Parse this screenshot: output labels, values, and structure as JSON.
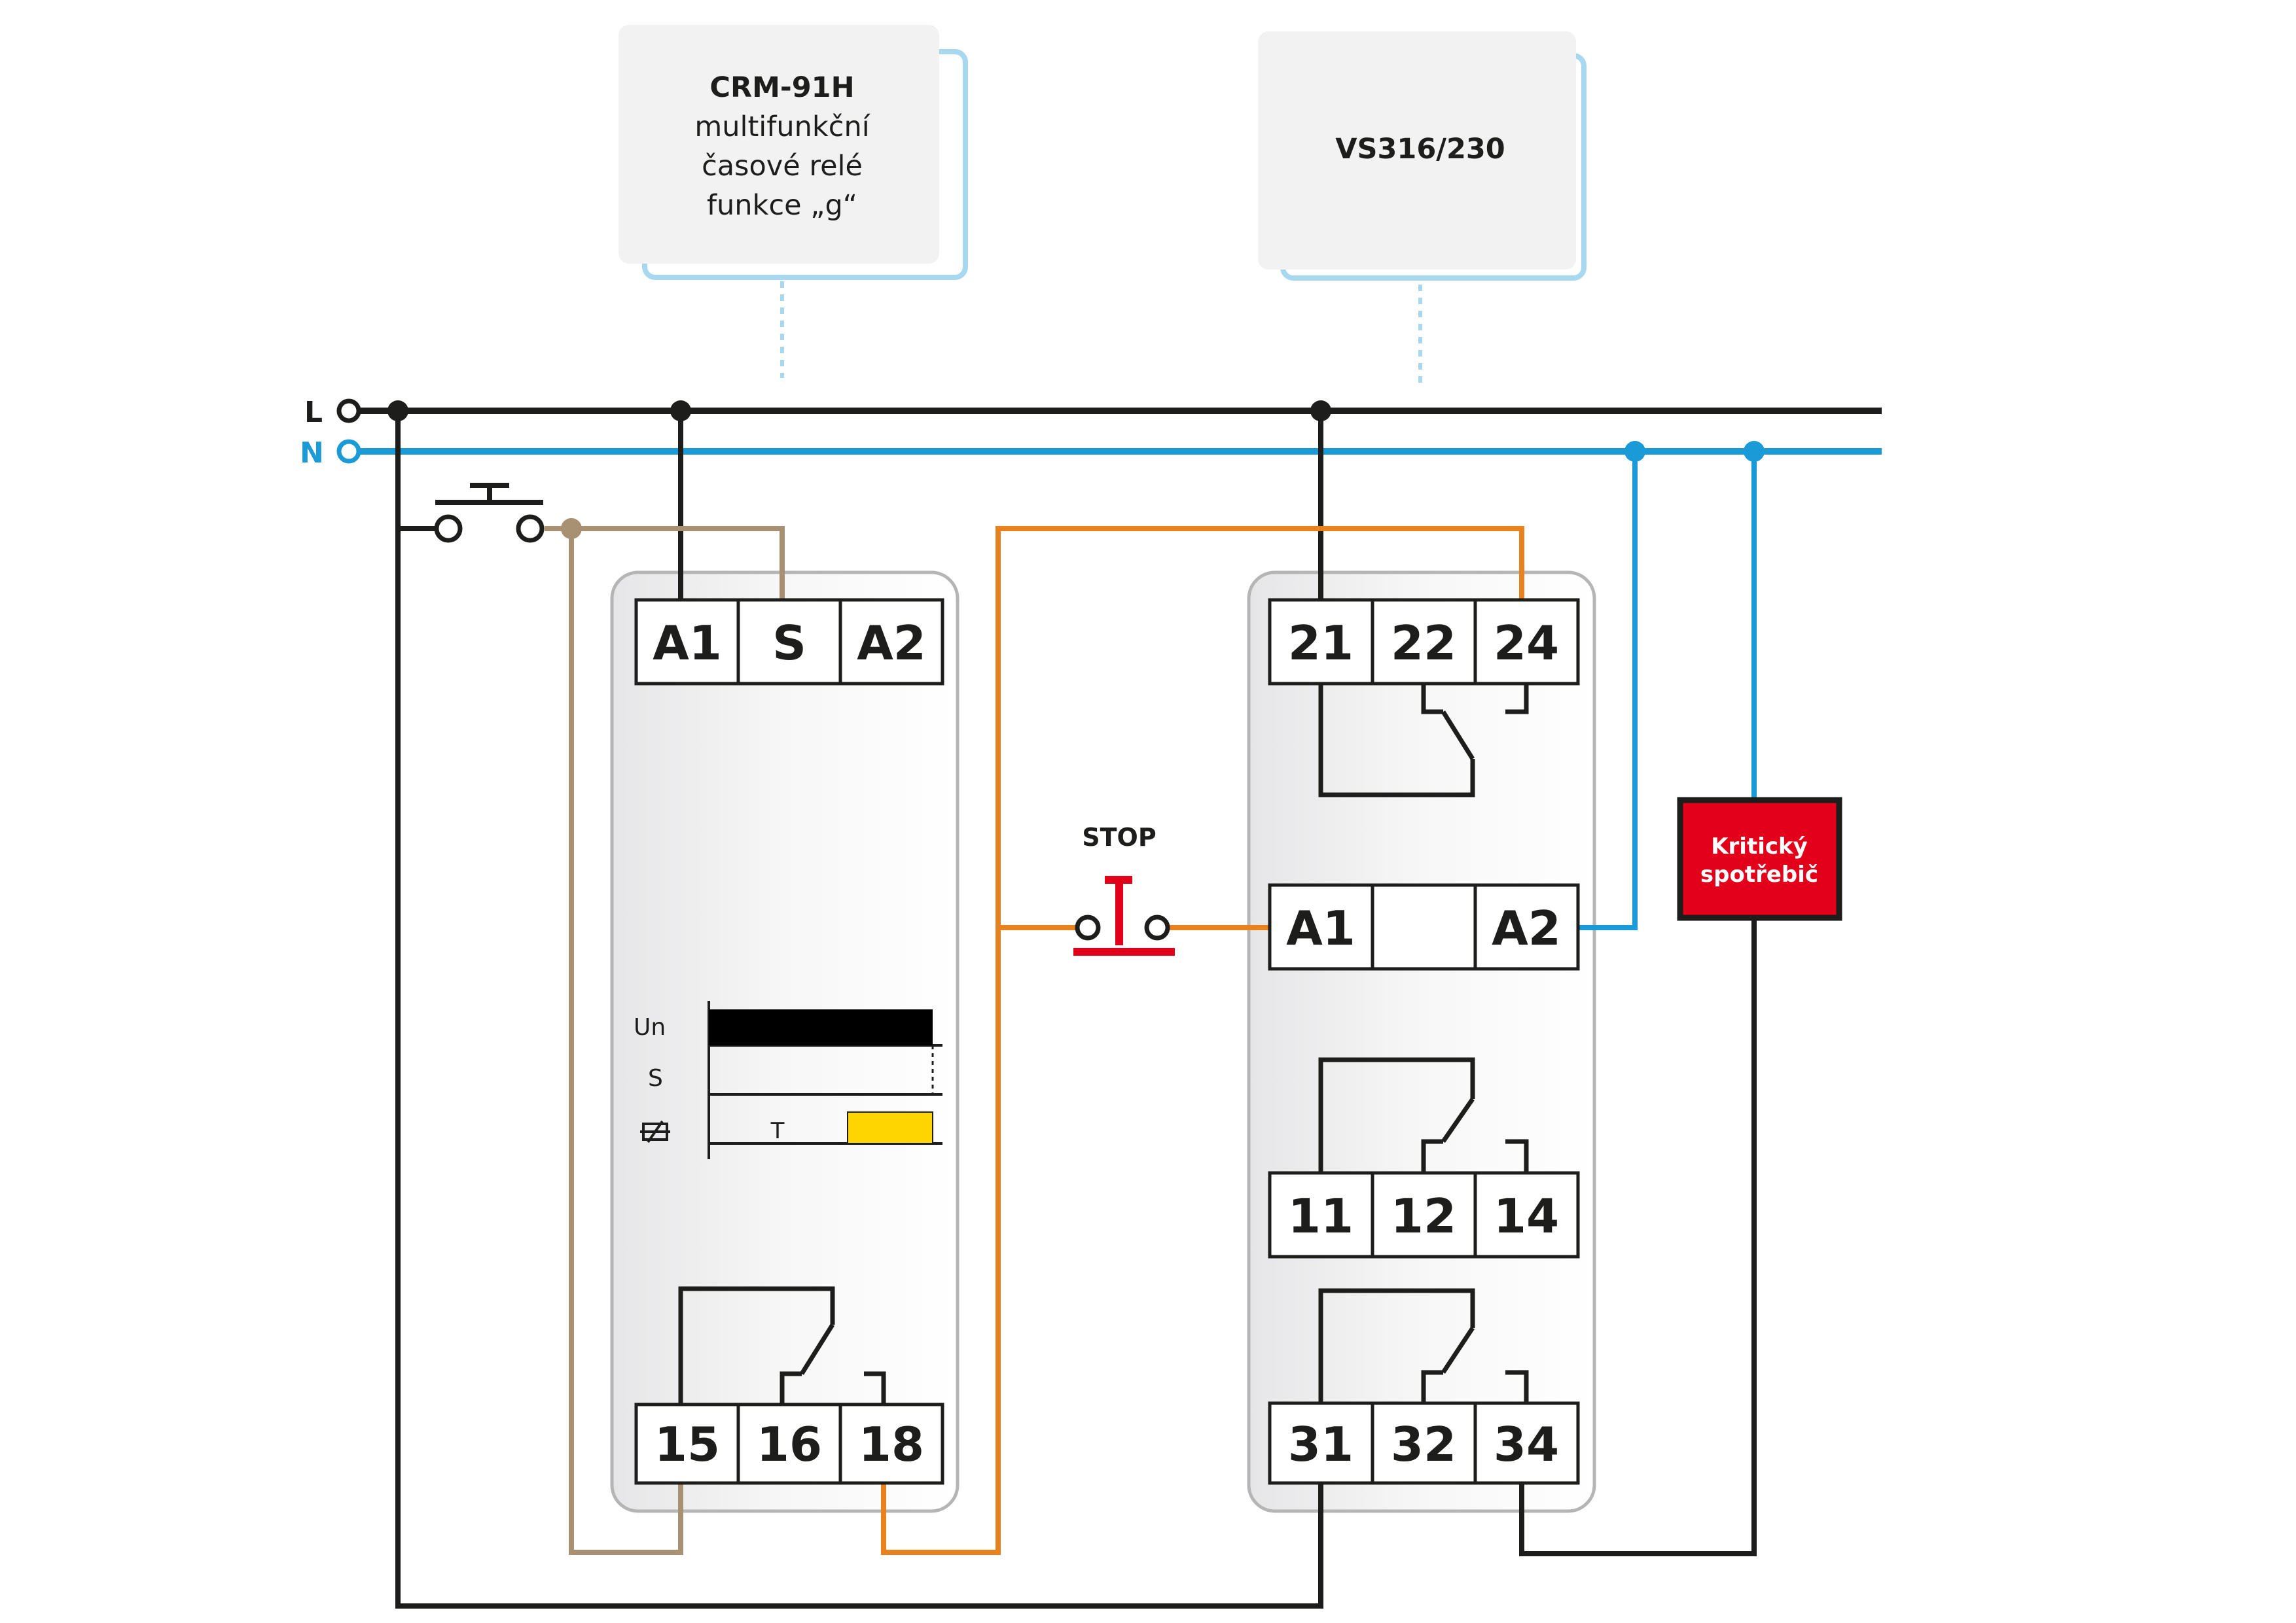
{
  "cards": {
    "crm": {
      "title": "CRM-91H",
      "lines": [
        "multifunkční",
        "časové relé",
        "funkce „g“"
      ]
    },
    "vs": {
      "title": "VS316/230"
    }
  },
  "lines": {
    "L": "L",
    "N": "N"
  },
  "crm_module": {
    "top_terminals": [
      "A1",
      "S",
      "A2"
    ],
    "bottom_terminals": [
      "15",
      "16",
      "18"
    ],
    "timing": {
      "un": "Un",
      "s": "S",
      "t": "T"
    }
  },
  "vs_module": {
    "top_terminals": [
      "21",
      "22",
      "24"
    ],
    "coil_terminals": [
      "A1",
      "",
      "A2"
    ],
    "mid_terminals": [
      "11",
      "12",
      "14"
    ],
    "bottom_terminals": [
      "31",
      "32",
      "34"
    ]
  },
  "stop_button": {
    "label": "STOP"
  },
  "load": {
    "line1": "Kritický",
    "line2": "spotřebič"
  },
  "colors": {
    "wire_L": "#1d1d1b",
    "wire_N": "#1a9ad6",
    "wire_S": "#a89072",
    "wire_orange": "#e8821e",
    "stop_red": "#e2001a",
    "load_red": "#e2001a",
    "timing_yellow": "#ffd500",
    "card_bg": "#f2f2f2",
    "card_shadow": "#a7d8f0"
  }
}
